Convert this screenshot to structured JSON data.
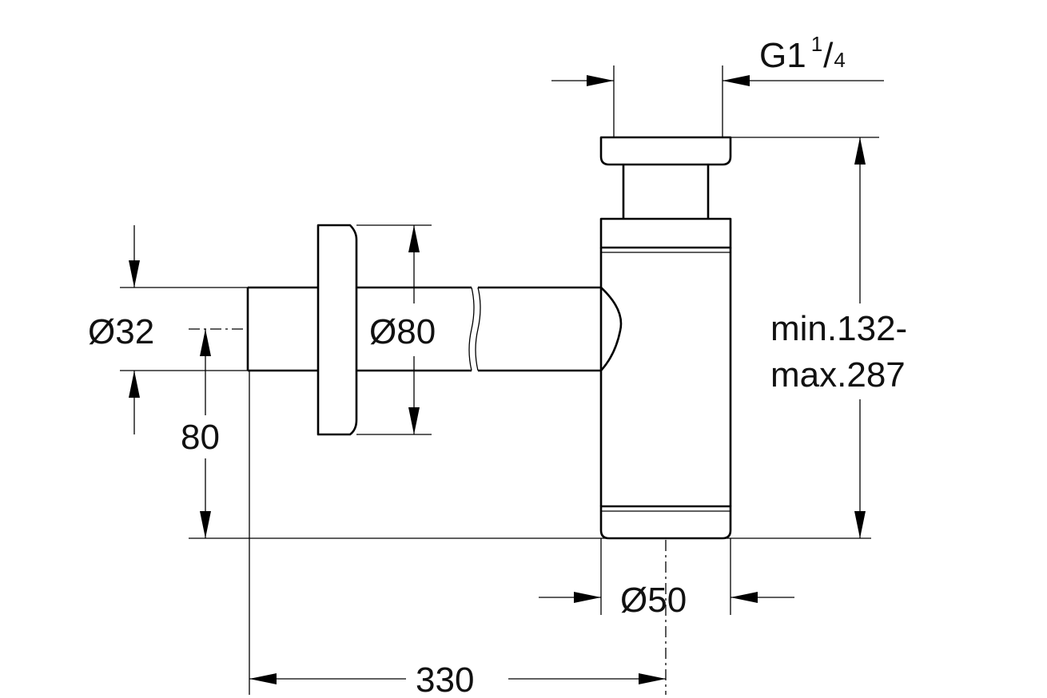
{
  "diagram": {
    "dimensions": {
      "thread": {
        "prefix": "G1",
        "numerator": "1",
        "slash": "/",
        "denominator": "4"
      },
      "height_range": {
        "line1": "min.132-",
        "line2": "max.287"
      },
      "inlet_diameter": "Ø32",
      "rosette_diameter": "Ø80",
      "outlet_height": "80",
      "outlet_diameter": "Ø50",
      "overall_length": "330"
    },
    "colors": {
      "line": "#000000",
      "background": "#ffffff",
      "text": "#111111"
    }
  }
}
